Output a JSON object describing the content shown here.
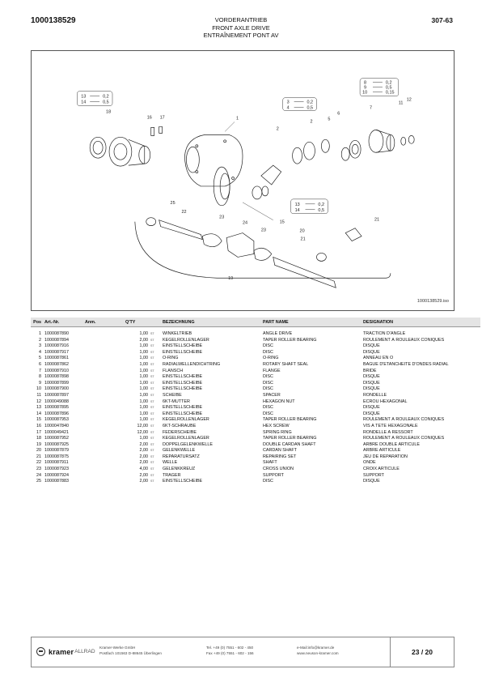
{
  "header": {
    "part_number": "1000138529",
    "title_de": "VORDERANTRIEB",
    "title_en": "FRONT AXLE DRIVE",
    "title_fr": "ENTRAÎNEMENT PONT AV",
    "page_code": "307-63"
  },
  "figure": {
    "drawing_ref": "1000138529.iso",
    "callouts": {
      "c1": "1",
      "c2": "2",
      "c2b": "2",
      "c5": "5",
      "c6": "6",
      "c7": "7",
      "c11": "11",
      "c12": "12",
      "c15": "15",
      "c16": "16",
      "c17": "17",
      "c18": "18",
      "c19": "19",
      "c20": "20",
      "c21a": "21",
      "c21b": "21",
      "c22": "22",
      "c23a": "23",
      "c23b": "23",
      "c24": "24",
      "c25": "25"
    },
    "shim_sets": {
      "a": [
        {
          "pos": "13",
          "thick": "0,2"
        },
        {
          "pos": "14",
          "thick": "0,5"
        }
      ],
      "b": [
        {
          "pos": "3",
          "thick": "0,2"
        },
        {
          "pos": "4",
          "thick": "0,5"
        }
      ],
      "c": [
        {
          "pos": "8",
          "thick": "0,2"
        },
        {
          "pos": "9",
          "thick": "0,5"
        },
        {
          "pos": "10",
          "thick": "0,15"
        }
      ],
      "d": [
        {
          "pos": "13",
          "thick": "0,2"
        },
        {
          "pos": "14",
          "thick": "0,5"
        }
      ]
    }
  },
  "table": {
    "headers": {
      "pos": "Pos",
      "art": "Art.-Nr.",
      "anm": "Anm.",
      "qty": "Q'TY",
      "de": "BEZEICHNUNG",
      "en": "PART NAME",
      "fr": "DESIGNATION"
    },
    "rows": [
      {
        "pos": "1",
        "art": "1000087890",
        "qty": "1,00",
        "unit": "ST",
        "de": "WINKELTRIEB",
        "en": "ANGLE DRIVE",
        "fr": "TRACTION D'ANGLE"
      },
      {
        "pos": "2",
        "art": "1000087894",
        "qty": "2,00",
        "unit": "ST",
        "de": "KEGELROLLENLAGER",
        "en": "TAPER ROLLER BEARING",
        "fr": "ROULEMENT À ROULEAUX CONIQUES"
      },
      {
        "pos": "3",
        "art": "1000087916",
        "qty": "1,00",
        "unit": "ST",
        "de": "EINSTELLSCHEIBE",
        "en": "DISC",
        "fr": "DISQUE"
      },
      {
        "pos": "4",
        "art": "1000087917",
        "qty": "1,00",
        "unit": "ST",
        "de": "EINSTELLSCHEIBE",
        "en": "DISC",
        "fr": "DISQUE"
      },
      {
        "pos": "5",
        "art": "1000087861",
        "qty": "1,00",
        "unit": "ST",
        "de": "O-RING",
        "en": "O-RING",
        "fr": "ANNEAU EN O"
      },
      {
        "pos": "6",
        "art": "1000087862",
        "qty": "1,00",
        "unit": "ST",
        "de": "RADIALWELLENDICHTRING",
        "en": "ROTARY SHAFT SEAL",
        "fr": "BAGUE D'ÉTANCHÉITÉ D'ONDES RADIAL"
      },
      {
        "pos": "7",
        "art": "1000087910",
        "qty": "1,00",
        "unit": "ST",
        "de": "FLANSCH",
        "en": "FLANGE",
        "fr": "BRIDE"
      },
      {
        "pos": "8",
        "art": "1000087898",
        "qty": "1,00",
        "unit": "ST",
        "de": "EINSTELLSCHEIBE",
        "en": "DISC",
        "fr": "DISQUE"
      },
      {
        "pos": "9",
        "art": "1000087899",
        "qty": "1,00",
        "unit": "ST",
        "de": "EINSTELLSCHEIBE",
        "en": "DISC",
        "fr": "DISQUE"
      },
      {
        "pos": "10",
        "art": "1000087900",
        "qty": "1,00",
        "unit": "ST",
        "de": "EINSTELLSCHEIBE",
        "en": "DISC",
        "fr": "DISQUE"
      },
      {
        "pos": "11",
        "art": "1000087897",
        "qty": "1,00",
        "unit": "ST",
        "de": "SCHEIBE",
        "en": "SPACER",
        "fr": "RONDELLE"
      },
      {
        "pos": "12",
        "art": "1000049088",
        "qty": "1,00",
        "unit": "ST",
        "de": "6KT-MUTTER",
        "en": "HEXAGON NUT",
        "fr": "ÉCROU HEXAGONAL"
      },
      {
        "pos": "13",
        "art": "1000087895",
        "qty": "1,00",
        "unit": "ST",
        "de": "EINSTELLSCHEIBE",
        "en": "DISC",
        "fr": "DISQUE"
      },
      {
        "pos": "14",
        "art": "1000087896",
        "qty": "1,00",
        "unit": "ST",
        "de": "EINSTELLSCHEIBE",
        "en": "DISC",
        "fr": "DISQUE"
      },
      {
        "pos": "15",
        "art": "1000087953",
        "qty": "1,00",
        "unit": "ST",
        "de": "KEGELROLLENLAGER",
        "en": "TAPER ROLLER BEARING",
        "fr": "ROULEMENT À ROULEAUX CONIQUES"
      },
      {
        "pos": "16",
        "art": "1000047840",
        "qty": "12,00",
        "unit": "ST",
        "de": "6KT-SCHRAUBE",
        "en": "HEX SCREW",
        "fr": "VIS À TÊTE HEXAGONALE"
      },
      {
        "pos": "17",
        "art": "1000049421",
        "qty": "12,00",
        "unit": "ST",
        "de": "FEDERSCHEIBE",
        "en": "SPRING RING",
        "fr": "RONDELLE À RESSORT"
      },
      {
        "pos": "18",
        "art": "1000087952",
        "qty": "1,00",
        "unit": "ST",
        "de": "KEGELROLLENLAGER",
        "en": "TAPER ROLLER BEARING",
        "fr": "ROULEMENT À ROULEAUX CONIQUES"
      },
      {
        "pos": "19",
        "art": "1000087925",
        "qty": "2,00",
        "unit": "ST",
        "de": "DOPPELGELENKWELLE",
        "en": "DOUBLE CARDAN SHAFT",
        "fr": "ARBRE DOUBLE ARTICULÉ"
      },
      {
        "pos": "20",
        "art": "1000087879",
        "qty": "2,00",
        "unit": "ST",
        "de": "GELENKWELLE",
        "en": "CARDAN SHAFT",
        "fr": "ARBRE ARTICULÉ"
      },
      {
        "pos": "21",
        "art": "1000087875",
        "qty": "2,00",
        "unit": "ST",
        "de": "REPARATURSATZ",
        "en": "REPAIRING SET",
        "fr": "JEU DE RÉPARATION"
      },
      {
        "pos": "22",
        "art": "1000087911",
        "qty": "2,00",
        "unit": "ST",
        "de": "WELLE",
        "en": "SHAFT",
        "fr": "ONDE"
      },
      {
        "pos": "23",
        "art": "1000087923",
        "qty": "4,00",
        "unit": "ST",
        "de": "GELENKKREUZ",
        "en": "CROSS UNION",
        "fr": "CROIX ARTICULÉ"
      },
      {
        "pos": "24",
        "art": "1000087924",
        "qty": "2,00",
        "unit": "ST",
        "de": "TRÄGER",
        "en": "SUPPORT",
        "fr": "SUPPORT"
      },
      {
        "pos": "25",
        "art": "1000087883",
        "qty": "2,00",
        "unit": "ST",
        "de": "EINSTELLSCHEIBE",
        "en": "DISC",
        "fr": "DISQUE"
      }
    ]
  },
  "footer": {
    "brand": "kramer",
    "brand_suffix": "ALLRAD",
    "company": "Kramer-Werke GmbH",
    "address": "Postfach 101563 D-88645 Überlingen",
    "phone": "Tel. +49 (0) 7551 - 602 - 450",
    "fax": "Fax +49 (0) 7551 - 602 - 156",
    "email": "e-Mail:info@kramer.de",
    "web": "www.neuson-kramer.com",
    "page": "23 / 20"
  }
}
